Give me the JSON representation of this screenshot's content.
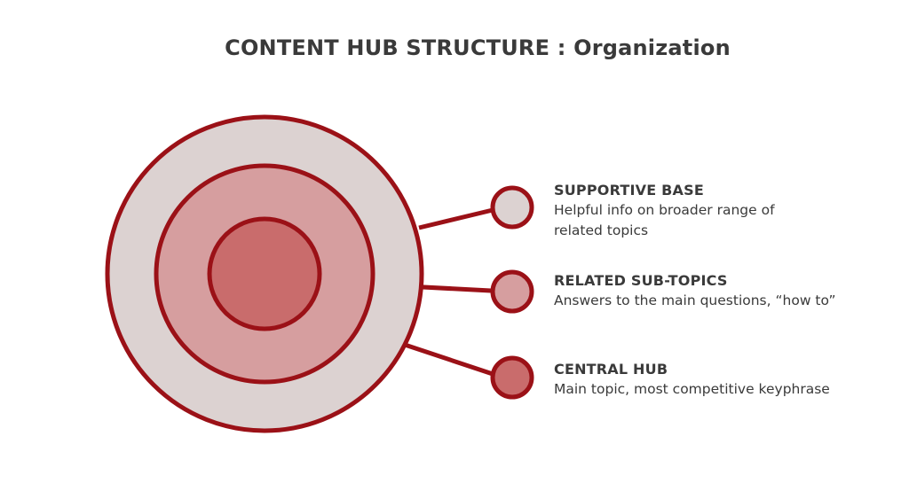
{
  "title": "CONTENT HUB STRUCTURE : Organization",
  "colors": {
    "stroke": "#9b1117",
    "outer_fill": "#dcd2d1",
    "middle_fill": "#d69e9f",
    "inner_fill": "#c96c6c",
    "text": "#3a3a3a"
  },
  "legend": [
    {
      "heading": "SUPPORTIVE BASE",
      "description": "Helpful info on broader range of related topics"
    },
    {
      "heading": "RELATED SUB-TOPICS",
      "description": "Answers to the main questions, “how to”"
    },
    {
      "heading": "CENTRAL HUB",
      "description": "Main topic, most competitive keyphrase"
    }
  ]
}
